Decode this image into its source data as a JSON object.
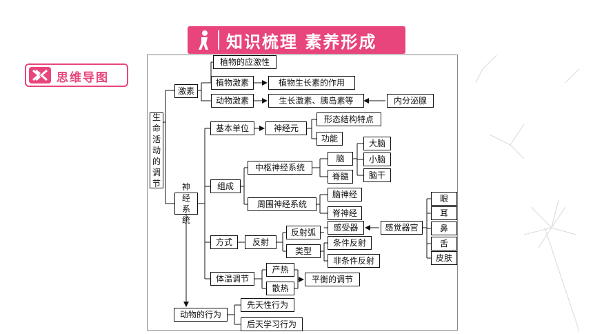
{
  "banner": {
    "title": "知识梳理 素养形成"
  },
  "section_label": "思维导图",
  "nodes": {
    "root": "生命活动的调节",
    "jisu": "激素",
    "zhiwu_yingji": "植物的应激性",
    "zhiwu_jisu": "植物激素",
    "zhiwu_zuoyong": "植物生长素的作用",
    "dongwu_jisu": "动物激素",
    "shengzhang": "生长激素、胰岛素等",
    "neifenmi": "内分泌腺",
    "shenjing": "神经系统",
    "jiben": "基本单位",
    "shenjingyuan": "神经元",
    "xingtai": "形态结构特点",
    "gongneng": "功能",
    "zucheng": "组成",
    "zhongshu": "中枢神经系统",
    "nao": "脑",
    "danao": "大脑",
    "xiaonao": "小脑",
    "naogan": "脑干",
    "jisui": "脊髓",
    "zhouwei": "周围神经系统",
    "naoshenjing": "脑神经",
    "jishenjing": "脊神经",
    "fangshi": "方式",
    "fanshe": "反射",
    "fanshehu": "反射弧",
    "ganshouqi": "感受器",
    "ganjueqiguan": "感觉器官",
    "yan": "眼",
    "er": "耳",
    "bi": "鼻",
    "she": "舌",
    "pifu": "皮肤",
    "leixing": "类型",
    "tiaojian": "条件反射",
    "feitiaojian": "非条件反射",
    "tiwen": "体温调节",
    "chanre": "产热",
    "sanre": "散热",
    "pingheng": "平衡的调节",
    "xingwei": "动物的行为",
    "xiantian": "先天性行为",
    "houtian": "后天学习行为"
  },
  "colors": {
    "accent": "#e8457c"
  }
}
